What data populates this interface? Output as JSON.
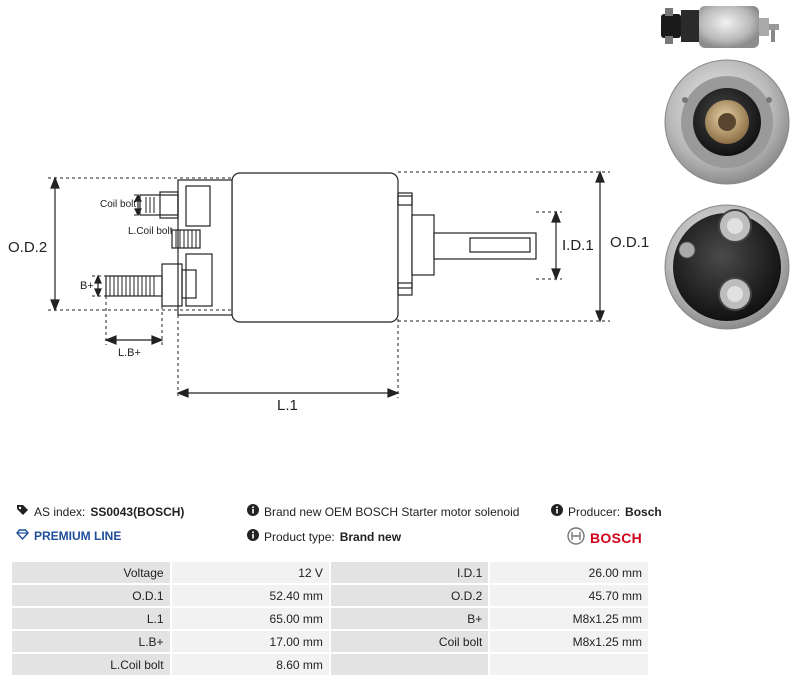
{
  "drawing": {
    "labels": {
      "od2": "O.D.2",
      "od1": "O.D.1",
      "id1": "I.D.1",
      "l1": "L.1",
      "lb": "L.B+",
      "bplus": "B+",
      "coil_bolt": "Coil bolt",
      "lcoil_bolt": "L.Coil bolt"
    }
  },
  "info": {
    "as_index_label": "AS index:",
    "as_index_value": "SS0043(BOSCH)",
    "premium_line": "PREMIUM LINE",
    "description": "Brand new OEM BOSCH Starter motor solenoid",
    "product_type_label": "Product type:",
    "product_type_value": "Brand new",
    "producer_label": "Producer:",
    "producer_value": "Bosch",
    "brand_logo": "BOSCH"
  },
  "specs": [
    {
      "l1": "Voltage",
      "v1": "12 V",
      "l2": "I.D.1",
      "v2": "26.00 mm"
    },
    {
      "l1": "O.D.1",
      "v1": "52.40 mm",
      "l2": "O.D.2",
      "v2": "45.70 mm"
    },
    {
      "l1": "L.1",
      "v1": "65.00 mm",
      "l2": "B+",
      "v2": "M8x1.25 mm"
    },
    {
      "l1": "L.B+",
      "v1": "17.00 mm",
      "l2": "Coil bolt",
      "v2": "M8x1.25 mm"
    },
    {
      "l1": "L.Coil bolt",
      "v1": "8.60 mm",
      "l2": "",
      "v2": ""
    }
  ],
  "colors": {
    "accent_blue": "#1f4e9a",
    "bosch_red": "#d0021b"
  }
}
